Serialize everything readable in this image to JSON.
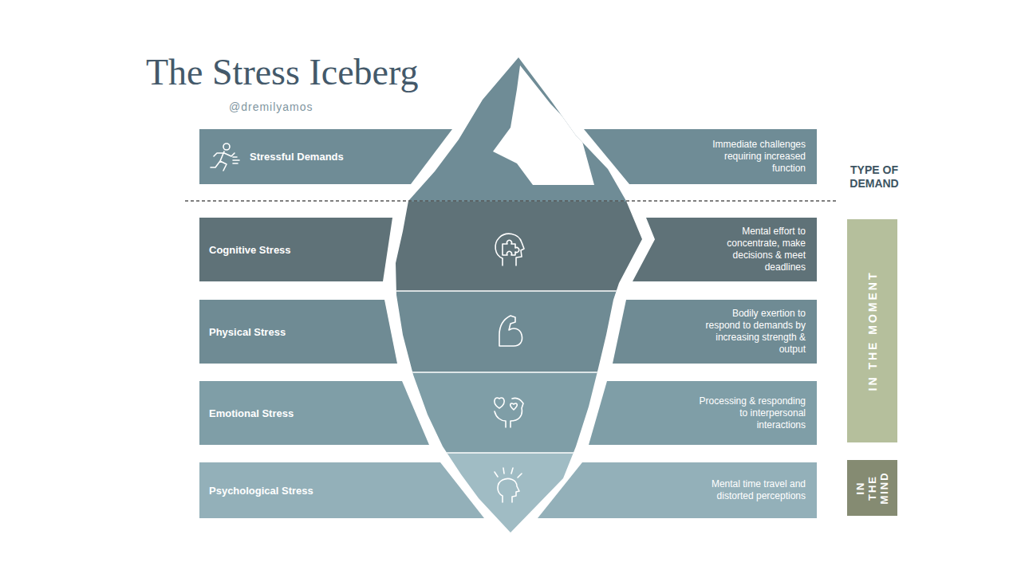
{
  "diagram": {
    "title": "The Stress Iceberg",
    "nodes": [
      {
        "text": [
          "Stressful Demands"
        ]
      },
      {
        "text": [
          "Immediate challenges requiring increased function"
        ]
      },
      {
        "text": [
          "Cognitive Stress"
        ]
      },
      {
        "text": [
          "Mental effort to concentrate, make decisions & meet deadlines"
        ]
      },
      {
        "text": [
          "Physical Stress"
        ]
      },
      {
        "text": [
          "Bodily exertion to respond to demands by increasing strength & output"
        ]
      },
      {
        "text": [
          "Emotional Stress"
        ]
      },
      {
        "text": [
          "Processing & responding to interpersonal interactions"
        ]
      },
      {
        "text": [
          "Psychological Stress"
        ]
      },
      {
        "text": [
          "Mental time travel and distorted perceptions"
        ]
      },
      {
        "text": [
          "IN THE MOMENT"
        ]
      },
      {
        "text": [
          "IN THE MIND"
        ]
      }
    ],
    "labels": [
      "@dremilyamos",
      "TYPE OF DEMAND"
    ]
  }
}
